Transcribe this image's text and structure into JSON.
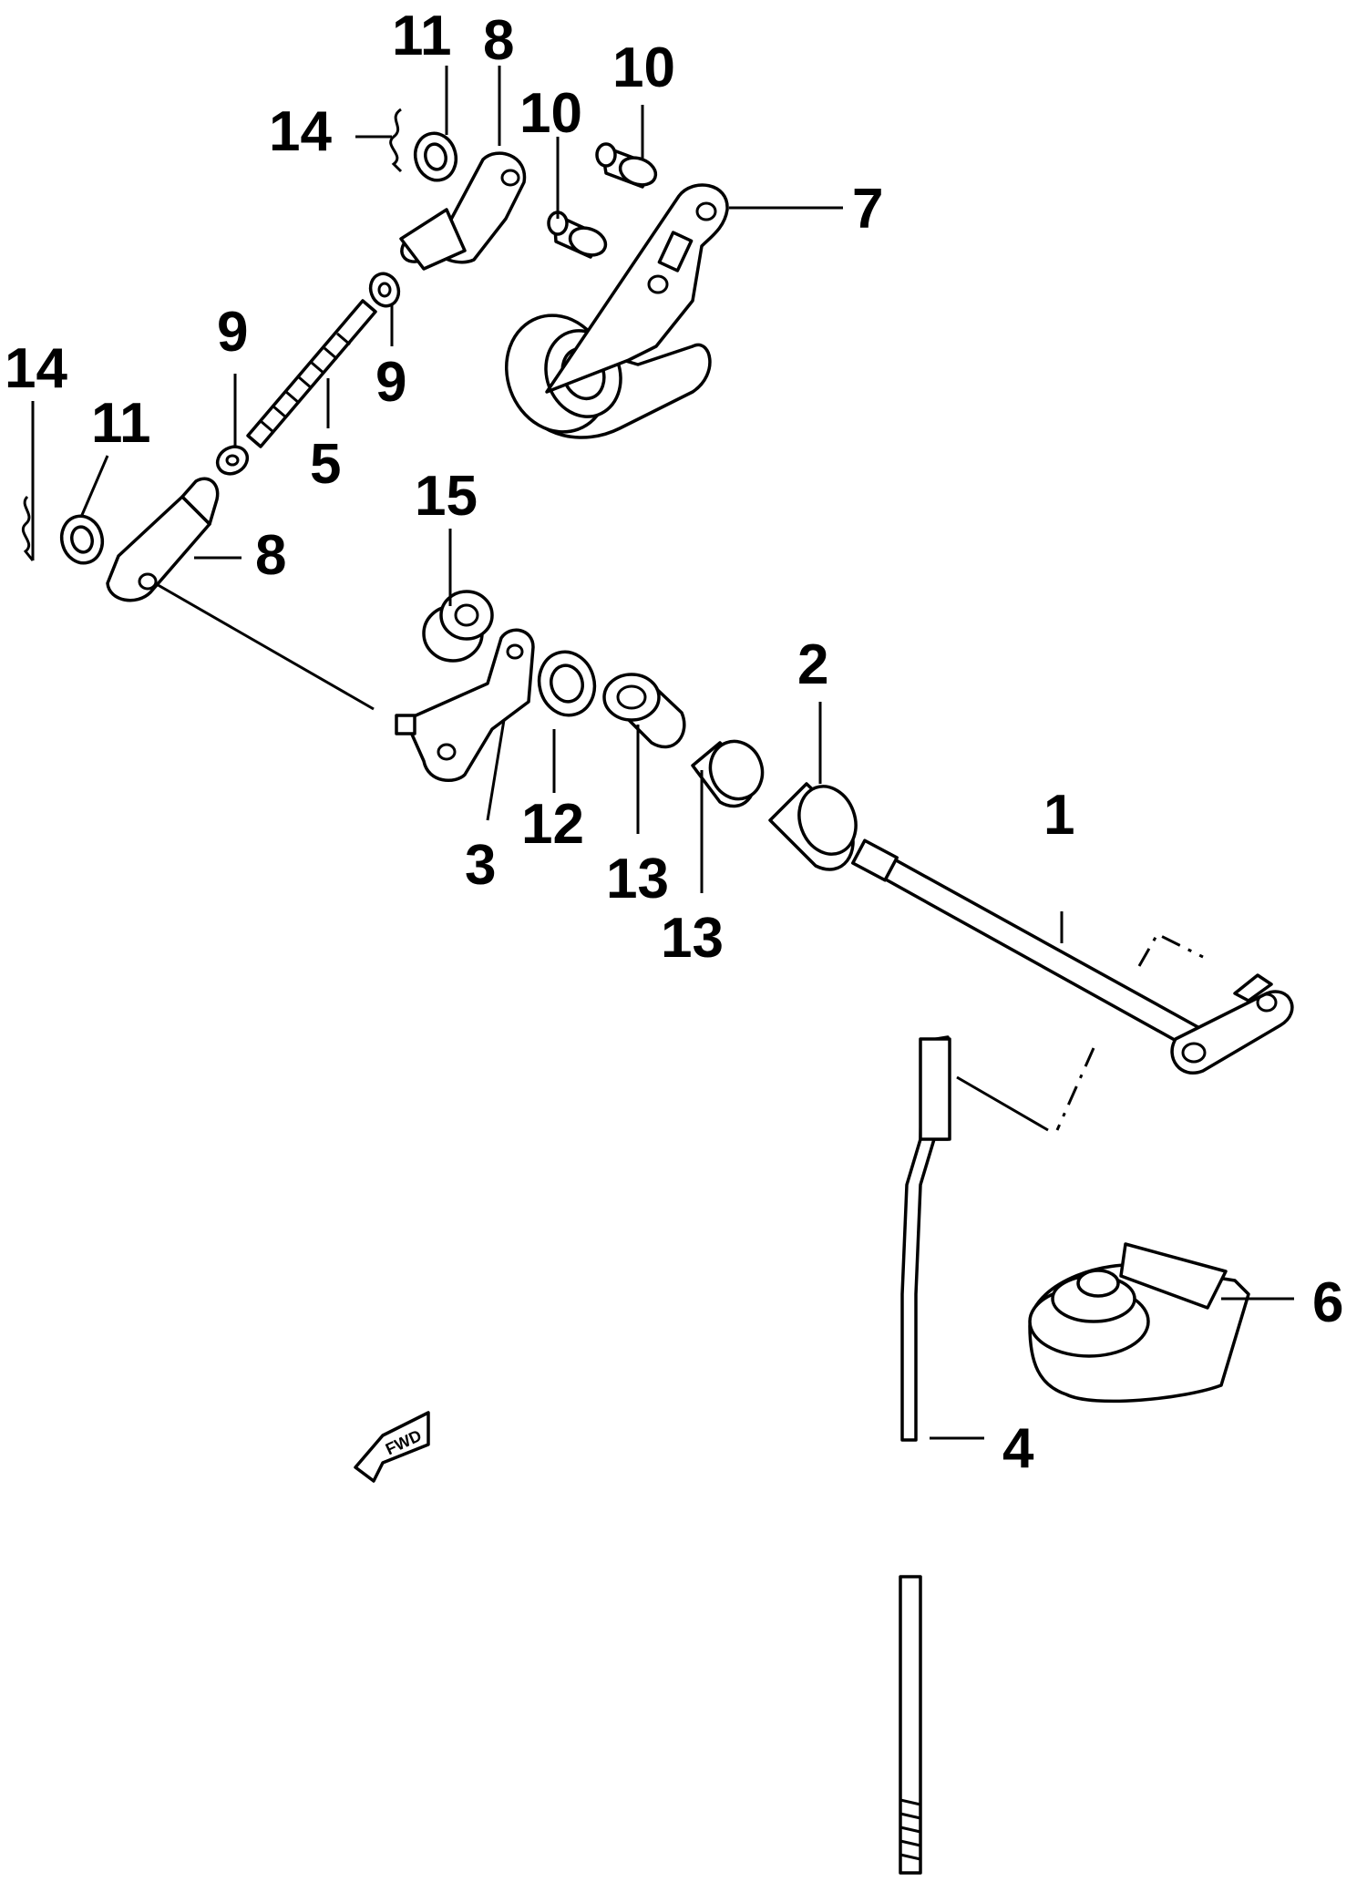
{
  "diagram": {
    "style": "exploded parts diagram, black line art on white",
    "colors": {
      "ink": "#000000",
      "paper": "#ffffff"
    },
    "callouts": [
      {
        "id": "c1",
        "text": "1"
      },
      {
        "id": "c2",
        "text": "2"
      },
      {
        "id": "c3",
        "text": "3"
      },
      {
        "id": "c4",
        "text": "4"
      },
      {
        "id": "c5",
        "text": "5"
      },
      {
        "id": "c6",
        "text": "6"
      },
      {
        "id": "c7",
        "text": "7"
      },
      {
        "id": "c8a",
        "text": "8"
      },
      {
        "id": "c8b",
        "text": "8"
      },
      {
        "id": "c9a",
        "text": "9"
      },
      {
        "id": "c9b",
        "text": "9"
      },
      {
        "id": "c10a",
        "text": "10"
      },
      {
        "id": "c10b",
        "text": "10"
      },
      {
        "id": "c11a",
        "text": "11"
      },
      {
        "id": "c11b",
        "text": "11"
      },
      {
        "id": "c12",
        "text": "12"
      },
      {
        "id": "c13a",
        "text": "13"
      },
      {
        "id": "c13b",
        "text": "13"
      },
      {
        "id": "c14a",
        "text": "14"
      },
      {
        "id": "c14b",
        "text": "14"
      },
      {
        "id": "c15",
        "text": "15"
      }
    ],
    "fwd_marker": {
      "text": "FWD",
      "icon": "forward-arrow-icon"
    }
  }
}
